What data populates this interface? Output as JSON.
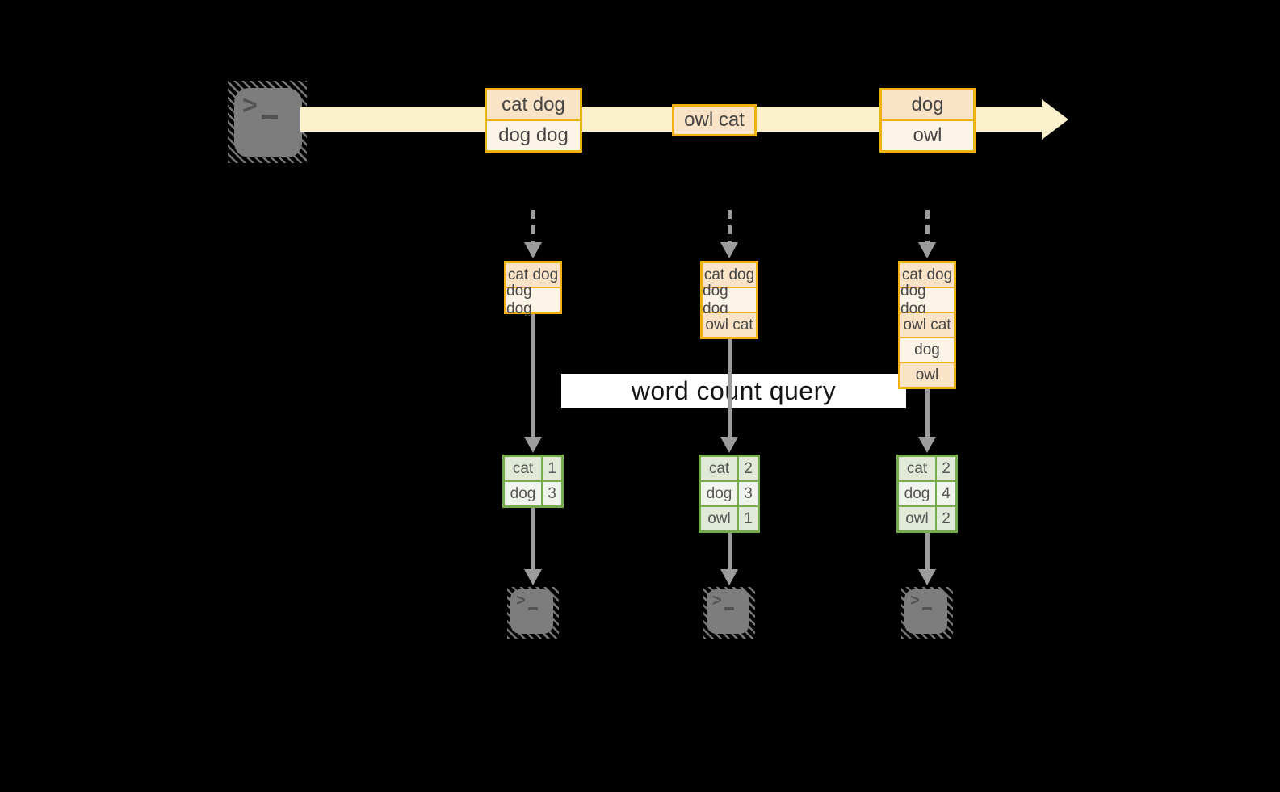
{
  "diagram": {
    "query_label": "word count query",
    "stream": {
      "events": [
        [
          "cat dog",
          "dog dog"
        ],
        [
          "owl cat"
        ],
        [
          "dog",
          "owl"
        ]
      ]
    },
    "columns": [
      {
        "state": [
          "cat dog",
          "dog dog"
        ],
        "counts": [
          [
            "cat",
            "1"
          ],
          [
            "dog",
            "3"
          ]
        ]
      },
      {
        "state": [
          "cat dog",
          "dog dog",
          "owl cat"
        ],
        "counts": [
          [
            "cat",
            "2"
          ],
          [
            "dog",
            "3"
          ],
          [
            "owl",
            "1"
          ]
        ]
      },
      {
        "state": [
          "cat dog",
          "dog dog",
          "owl cat",
          "dog",
          "owl"
        ],
        "counts": [
          [
            "cat",
            "2"
          ],
          [
            "dog",
            "4"
          ],
          [
            "owl",
            "2"
          ]
        ]
      }
    ]
  },
  "icons": {
    "source": "terminal-icon",
    "sink": "terminal-icon",
    "terminal_prompt": ">"
  },
  "colors": {
    "background": "#000000",
    "stream_band": "#fbf1cd",
    "accent_orange": "#efb210",
    "cell_peach": "#fae3c6",
    "cell_cream": "#fdf4e8",
    "table_green": "#77ac4d",
    "table_row_a": "#e1e9d7",
    "table_row_b": "#f0f4ec",
    "arrow_gray": "#9c9c9c",
    "terminal_gray": "#7d7d7d",
    "query_bg": "#ffffff"
  }
}
